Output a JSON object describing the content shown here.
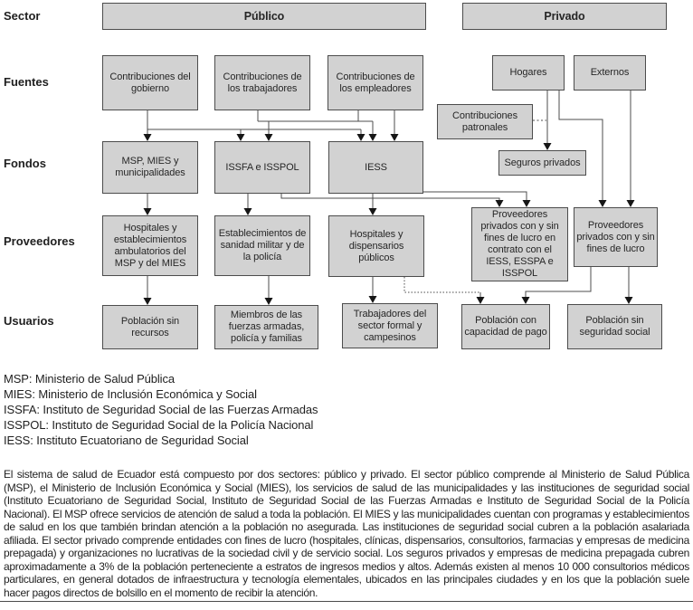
{
  "figure": {
    "row_labels": [
      "Sector",
      "Fuentes",
      "Fondos",
      "Proveedores",
      "Usuarios"
    ],
    "sectors": {
      "publico": "Público",
      "privado": "Privado"
    },
    "fuentes": [
      "Contribuciones del gobierno",
      "Contribuciones de los trabajadores",
      "Contribuciones de los empleadores",
      "Hogares",
      "Externos"
    ],
    "contribuciones_patronales": "Contribuciones patronales",
    "fondos": [
      "MSP, MIES y municipalidades",
      "ISSFA e ISSPOL",
      "IESS",
      "Seguros privados"
    ],
    "proveedores": [
      "Hospitales y establecimientos ambulatorios del MSP y del MIES",
      "Establecimientos de sanidad militar y de la policía",
      "Hospitales y dispensarios públicos",
      "Proveedores privados con y sin fines de lucro en contrato con el IESS, ESSPA e ISSPOL",
      "Proveedores privados con y sin fines de lucro"
    ],
    "usuarios": [
      "Población sin recursos",
      "Miembros de las fuerzas armadas, policía y familias",
      "Trabajadores del sector formal y campesinos",
      "Población con capacidad de pago",
      "Población sin seguridad social"
    ]
  },
  "abbreviations": [
    "MSP: Ministerio de Salud Pública",
    "MIES: Ministerio de Inclusión Económica y Social",
    "ISSFA: Instituto de Seguridad Social de las Fuerzas Armadas",
    "ISSPOL: Instituto de Seguridad Social de la Policía Nacional",
    "IESS: Instituto Ecuatoriano de Seguridad Social"
  ],
  "description": "El sistema de salud de Ecuador está compuesto por dos sectores: público y privado. El sector público comprende al Ministerio de Salud Pública (MSP), el Ministerio de Inclusión Económica y Social (MIES), los servicios de salud de las municipalidades y las instituciones de seguridad social (Instituto Ecuatoriano de Seguridad Social, Instituto de Seguridad Social de las Fuerzas Armadas e Instituto de Seguridad Social de la Policía Nacional). El MSP ofrece servicios de atención de salud a toda la población. El MIES y las municipalidades cuentan con programas y establecimientos de salud en los que también brindan atención a la población no asegurada. Las instituciones de seguridad social cubren a la población asalariada afiliada. El sector privado comprende entidades con fines de lucro (hospitales, clínicas, dispensarios, consultorios, farmacias y empresas de medicina prepagada) y organizaciones no lucrativas de la sociedad civil y de servicio social. Los seguros privados y empresas de medicina prepagada cubren aproximadamente a 3% de la población perteneciente a estratos de ingresos medios y altos. Además existen al menos 10 000 consultorios médicos particulares, en general dotados de infraestructura y tecnología elementales, ubicados en las principales ciudades y en los que la población suele hacer pagos directos de bolsillo en el momento de recibir la atención.",
  "colors": {
    "box_fill": "#d2d2d2",
    "box_border": "#4c4c4c",
    "connector": "#4c4c4c",
    "arrow": "#161616"
  }
}
